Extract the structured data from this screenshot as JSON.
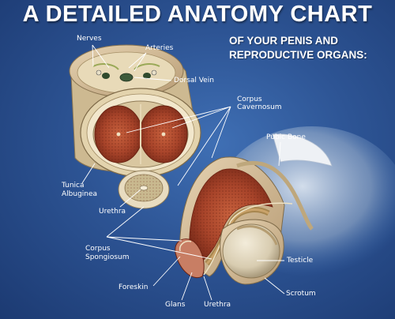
{
  "header": {
    "title": "A DETAILED ANATOMY CHART",
    "subtitle_line1": "OF YOUR PENIS AND",
    "subtitle_line2": "REPRODUCTIVE ORGANS:"
  },
  "labels": {
    "nerves": "Nerves",
    "arteries": "Arteries",
    "dorsal_vein": "Dorsal Vein",
    "corpus_cavernosum_1": "Corpus",
    "corpus_cavernosum_2": "Cavernosum",
    "pubic_bone": "Pubic Bone",
    "tunica_albuginea_1": "Tunica",
    "tunica_albuginea_2": "Albuginea",
    "urethra_cross": "Urethra",
    "corpus_spongiosum_1": "Corpus",
    "corpus_spongiosum_2": "Spongiosum",
    "testicle": "Testicle",
    "foreskin": "Foreskin",
    "scrotum": "Scrotum",
    "glans": "Glans",
    "urethra_side": "Urethra"
  },
  "colors": {
    "background": "#2d5494",
    "erectile_tissue": "#a8442a",
    "tissue_sheath": "#e9dcc0",
    "skin": "#d9c3a0",
    "leader_line": "#ffffff"
  }
}
